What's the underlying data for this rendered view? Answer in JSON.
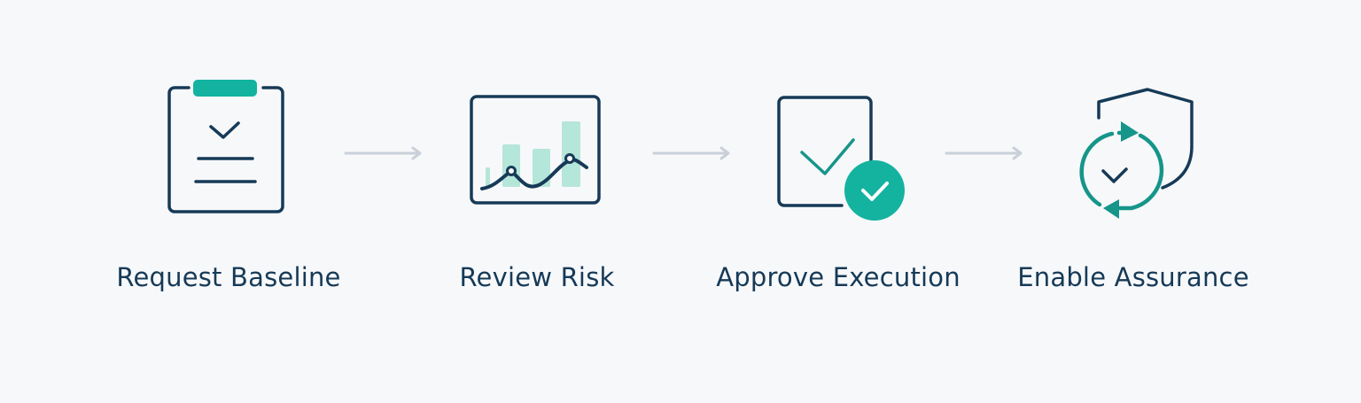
{
  "colors": {
    "navy": "#163a57",
    "teal": "#14b3a0",
    "teal_dark": "#16958a",
    "teal_light": "#b5e6da",
    "arrow": "#c9d0d8",
    "background": "#f7f8fa"
  },
  "steps": [
    {
      "label": "Request Baseline",
      "icon": "clipboard-check-icon"
    },
    {
      "label": "Review Risk",
      "icon": "chart-trend-icon"
    },
    {
      "label": "Approve Execution",
      "icon": "document-approved-icon"
    },
    {
      "label": "Enable Assurance",
      "icon": "shield-sync-icon"
    }
  ],
  "connectors": [
    "arrow-right-icon",
    "arrow-right-icon",
    "arrow-right-icon"
  ]
}
